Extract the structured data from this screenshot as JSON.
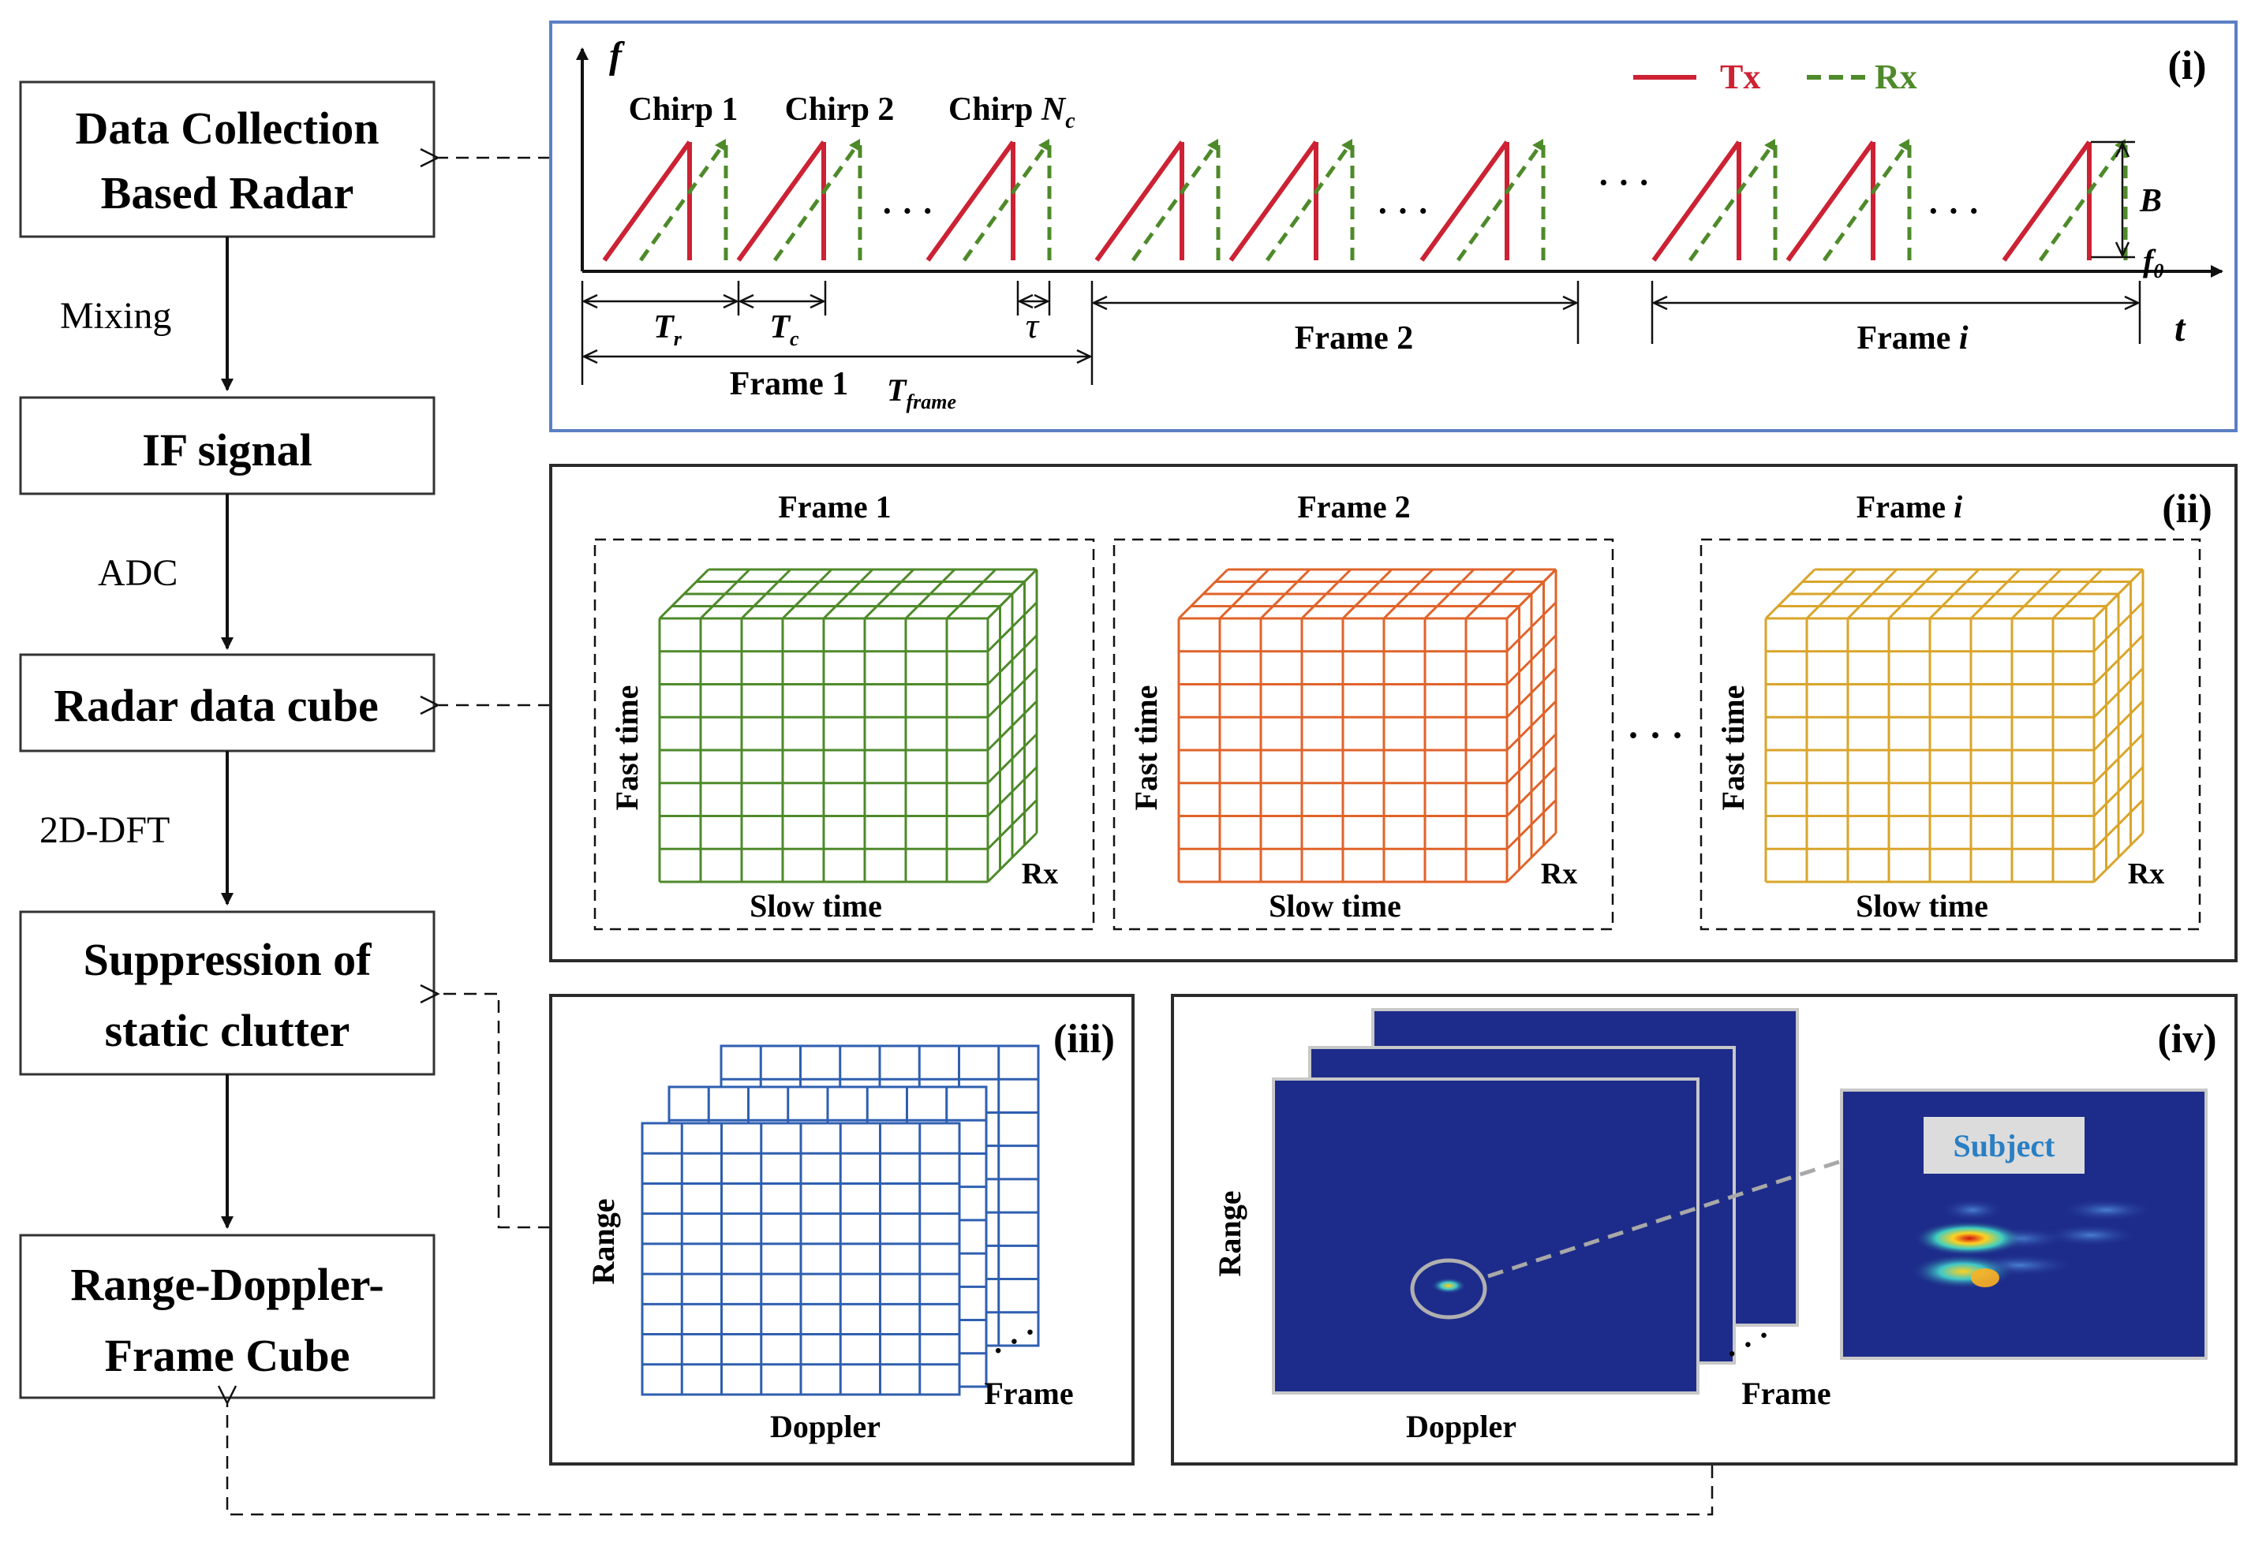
{
  "flowchart": {
    "steps": [
      {
        "line1": "Data Collection",
        "line2": "Based Radar"
      },
      {
        "line1": "IF signal",
        "line2": ""
      },
      {
        "line1": "Radar data cube",
        "line2": ""
      },
      {
        "line1": "Suppression of",
        "line2": "static clutter"
      },
      {
        "line1": "Range-Doppler-",
        "line2": "Frame Cube"
      }
    ],
    "edge_labels": [
      "Mixing",
      "ADC",
      "2D-DFT"
    ]
  },
  "panel_i": {
    "tag": "(i)",
    "f_axis": "f",
    "t_axis": "t",
    "legend": {
      "tx": "Tx",
      "rx": "Rx"
    },
    "chirp_1": "Chirp 1",
    "chirp_2": "Chirp 2",
    "chirp_n_prefix": "Chirp ",
    "chirp_n_var": "N",
    "chirp_n_sub": "c",
    "dots": "· · ·",
    "dots_mid": "· · ·",
    "tr": "T",
    "tr_sub": "r",
    "tc": "T",
    "tc_sub": "c",
    "tau": "τ",
    "b": "B",
    "f0": "f",
    "f0_sub": "0",
    "frame1": "Frame 1",
    "tframe": "T",
    "tframe_sub": "frame",
    "frame2": "Frame 2",
    "framei_prefix": "Frame ",
    "framei_var": "i"
  },
  "panel_ii": {
    "tag": "(ii)",
    "frames": [
      {
        "title": "Frame 1",
        "color": "#4e8a2a"
      },
      {
        "title": "Frame 2",
        "color": "#e0632a"
      },
      {
        "title_prefix": "Frame ",
        "title_var": "i",
        "color": "#d9a52a"
      }
    ],
    "fast_time": "Fast time",
    "slow_time": "Slow time",
    "rx": "Rx",
    "dots": "· · ·"
  },
  "panel_iii": {
    "tag": "(iii)",
    "grid_color": "#2f5fb0",
    "range": "Range",
    "doppler": "Doppler",
    "frame": "Frame",
    "dots": "· · ·"
  },
  "panel_iv": {
    "tag": "(iv)",
    "heatmap_bg": "#1d2c8a",
    "range": "Range",
    "doppler": "Doppler",
    "frame": "Frame",
    "subject": "Subject",
    "dots": "· · ·"
  },
  "colors": {
    "tx": "#cc2233",
    "rx": "#4e8a2a",
    "panel_i_border": "#5b7fc4",
    "panel_border": "#2b2b2b",
    "subject_text": "#2a7fc4"
  }
}
